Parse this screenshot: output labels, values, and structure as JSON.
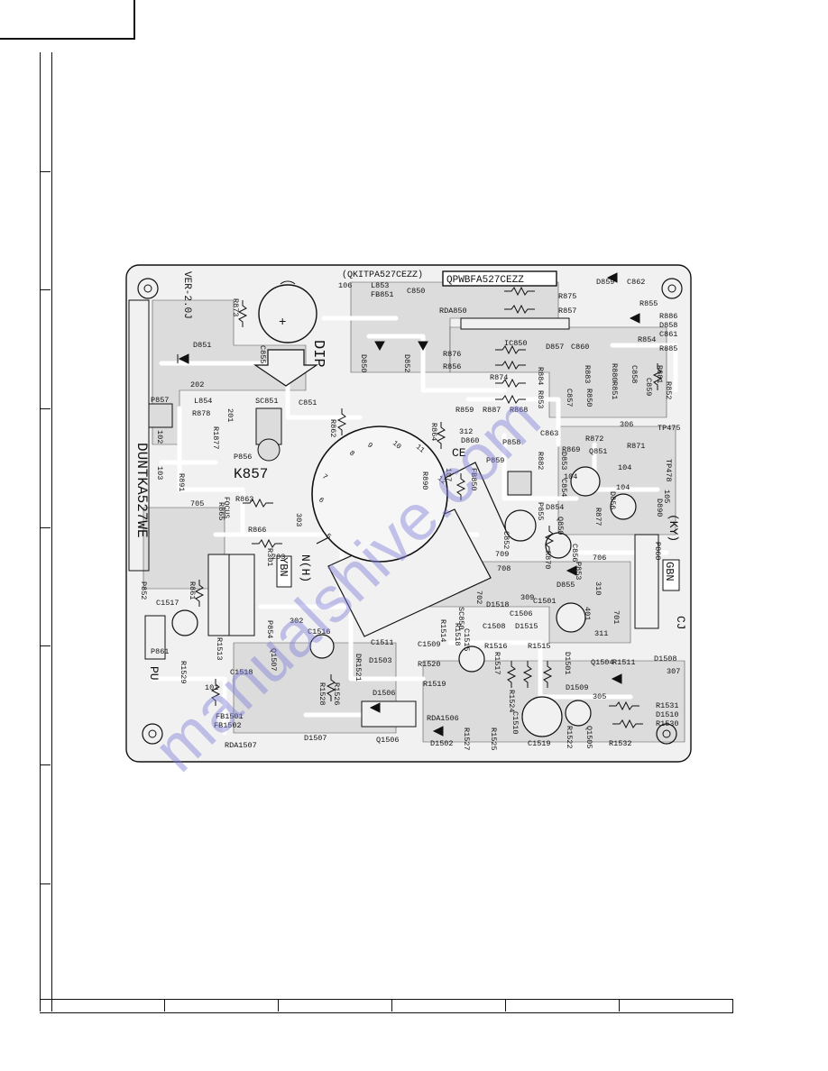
{
  "colors": {
    "ink": "#111111",
    "board_bg": "#f1f1f1",
    "trace": "#ffffff",
    "copper": "#d9d9d9",
    "watermark": "#7f7fd9"
  },
  "watermark_text": "manualshive.com",
  "board": {
    "header_code": "(QKITPA527CEZZ)",
    "pwb_code": "QPWBFA527CEZZ",
    "version": "VER-2.0J",
    "unit_name": "DUNTKA527WE",
    "labels": {
      "dip": "DIP",
      "k857": "K857",
      "ce": "CE",
      "nh": "N(H)",
      "ybn": "YBN",
      "ky": "(KY)",
      "gbn": "GBN",
      "cj": "CJ",
      "pu": "PU",
      "focus": "FOCUS"
    },
    "parts": [
      {
        "id": "p1",
        "text": "R873"
      },
      {
        "id": "p2",
        "text": "C855"
      },
      {
        "id": "p3",
        "text": "D851"
      },
      {
        "id": "p4",
        "text": "202"
      },
      {
        "id": "p5",
        "text": "P857"
      },
      {
        "id": "p6",
        "text": "L854"
      },
      {
        "id": "p7",
        "text": "R878"
      },
      {
        "id": "p8",
        "text": "R1877"
      },
      {
        "id": "p9",
        "text": "102"
      },
      {
        "id": "p10",
        "text": "103"
      },
      {
        "id": "p11",
        "text": "R891"
      },
      {
        "id": "p12",
        "text": "705"
      },
      {
        "id": "p13",
        "text": "R865"
      },
      {
        "id": "p14",
        "text": "R866"
      },
      {
        "id": "p15",
        "text": "R863"
      },
      {
        "id": "p16",
        "text": "P852"
      },
      {
        "id": "p17",
        "text": "C1517"
      },
      {
        "id": "p18",
        "text": "P861"
      },
      {
        "id": "p19",
        "text": "R1529"
      },
      {
        "id": "p20",
        "text": "101"
      },
      {
        "id": "p21",
        "text": "C1518"
      },
      {
        "id": "p22",
        "text": "FB1501"
      },
      {
        "id": "p23",
        "text": "FB1502"
      },
      {
        "id": "p24",
        "text": "RDA1507"
      },
      {
        "id": "p25",
        "text": "R1513"
      },
      {
        "id": "p26",
        "text": "R861"
      },
      {
        "id": "p27",
        "text": "R301"
      },
      {
        "id": "p28",
        "text": "203"
      },
      {
        "id": "p29",
        "text": "P854"
      },
      {
        "id": "p30",
        "text": "Q1507"
      },
      {
        "id": "p31",
        "text": "C1516"
      },
      {
        "id": "p32",
        "text": "302"
      },
      {
        "id": "p33",
        "text": "R1528"
      },
      {
        "id": "p34",
        "text": "R1526"
      },
      {
        "id": "p35",
        "text": "D1507"
      },
      {
        "id": "p36",
        "text": "Q1506"
      },
      {
        "id": "p37",
        "text": "106"
      },
      {
        "id": "p38",
        "text": "L853"
      },
      {
        "id": "p39",
        "text": "FB851"
      },
      {
        "id": "p40",
        "text": "C850"
      },
      {
        "id": "p41",
        "text": "SC851"
      },
      {
        "id": "p42",
        "text": "C851"
      },
      {
        "id": "p43",
        "text": "201"
      },
      {
        "id": "p44",
        "text": "P856"
      },
      {
        "id": "p45",
        "text": "D850"
      },
      {
        "id": "p46",
        "text": "D852"
      },
      {
        "id": "p47",
        "text": "R862"
      },
      {
        "id": "p48",
        "text": "R864"
      },
      {
        "id": "p49",
        "text": "303"
      },
      {
        "id": "p50",
        "text": "RDA850"
      },
      {
        "id": "p51",
        "text": "R875"
      },
      {
        "id": "p52",
        "text": "R857"
      },
      {
        "id": "p53",
        "text": "IC850"
      },
      {
        "id": "p54",
        "text": "R876"
      },
      {
        "id": "p55",
        "text": "R856"
      },
      {
        "id": "p56",
        "text": "R874"
      },
      {
        "id": "p57",
        "text": "R859"
      },
      {
        "id": "p58",
        "text": "R887"
      },
      {
        "id": "p59",
        "text": "R868"
      },
      {
        "id": "p60",
        "text": "312"
      },
      {
        "id": "p61",
        "text": "D860"
      },
      {
        "id": "p62",
        "text": "P858"
      },
      {
        "id": "p63",
        "text": "107"
      },
      {
        "id": "p64",
        "text": "FB850"
      },
      {
        "id": "p65",
        "text": "R890"
      },
      {
        "id": "p66",
        "text": "C852"
      },
      {
        "id": "p67",
        "text": "709"
      },
      {
        "id": "p68",
        "text": "708"
      },
      {
        "id": "p69",
        "text": "702"
      },
      {
        "id": "p70",
        "text": "SC850"
      },
      {
        "id": "p71",
        "text": "R1514"
      },
      {
        "id": "p72",
        "text": "C1515"
      },
      {
        "id": "p73",
        "text": "C1511"
      },
      {
        "id": "p74",
        "text": "C1509"
      },
      {
        "id": "p75",
        "text": "D1503"
      },
      {
        "id": "p76",
        "text": "R1520"
      },
      {
        "id": "p77",
        "text": "D1506"
      },
      {
        "id": "p78",
        "text": "R1519"
      },
      {
        "id": "p79",
        "text": "DR1521"
      },
      {
        "id": "p80",
        "text": "RDA1506"
      },
      {
        "id": "p81",
        "text": "D1502"
      },
      {
        "id": "p82",
        "text": "R1527"
      },
      {
        "id": "p83",
        "text": "R1525"
      },
      {
        "id": "p84",
        "text": "D1518"
      },
      {
        "id": "p85",
        "text": "C1508"
      },
      {
        "id": "p86",
        "text": "C1506"
      },
      {
        "id": "p87",
        "text": "R1516"
      },
      {
        "id": "p88",
        "text": "D1515"
      },
      {
        "id": "p89",
        "text": "R1515"
      },
      {
        "id": "p90",
        "text": "R1517"
      },
      {
        "id": "p91",
        "text": "R1524"
      },
      {
        "id": "p92",
        "text": "C1510"
      },
      {
        "id": "p93",
        "text": "C1519"
      },
      {
        "id": "p94",
        "text": "R1522"
      },
      {
        "id": "p95",
        "text": "Q1505"
      },
      {
        "id": "p96",
        "text": "D859"
      },
      {
        "id": "p97",
        "text": "C862"
      },
      {
        "id": "p98",
        "text": "R855"
      },
      {
        "id": "p99",
        "text": "R886"
      },
      {
        "id": "p100",
        "text": "D858"
      },
      {
        "id": "p101",
        "text": "C861"
      },
      {
        "id": "p102",
        "text": "R854"
      },
      {
        "id": "p103",
        "text": "R885"
      },
      {
        "id": "p104",
        "text": "D857"
      },
      {
        "id": "p105",
        "text": "C860"
      },
      {
        "id": "p106",
        "text": "R883"
      },
      {
        "id": "p107",
        "text": "R880"
      },
      {
        "id": "p108",
        "text": "R881"
      },
      {
        "id": "p109",
        "text": "C858"
      },
      {
        "id": "p110",
        "text": "R851"
      },
      {
        "id": "p111",
        "text": "C859"
      },
      {
        "id": "p112",
        "text": "R852"
      },
      {
        "id": "p113",
        "text": "R884"
      },
      {
        "id": "p114",
        "text": "R853"
      },
      {
        "id": "p115",
        "text": "C857"
      },
      {
        "id": "p116",
        "text": "R850"
      },
      {
        "id": "p117",
        "text": "306"
      },
      {
        "id": "p118",
        "text": "TP475"
      },
      {
        "id": "p119",
        "text": "C863"
      },
      {
        "id": "p120",
        "text": "R872"
      },
      {
        "id": "p121",
        "text": "R882"
      },
      {
        "id": "p122",
        "text": "D853"
      },
      {
        "id": "p123",
        "text": "C854"
      },
      {
        "id": "p124",
        "text": "R869"
      },
      {
        "id": "p125",
        "text": "Q851"
      },
      {
        "id": "p126",
        "text": "R871"
      },
      {
        "id": "p127",
        "text": "104"
      },
      {
        "id": "p128",
        "text": "D856"
      },
      {
        "id": "p129",
        "text": "TP478"
      },
      {
        "id": "p130",
        "text": "105"
      },
      {
        "id": "p131",
        "text": "D854"
      },
      {
        "id": "p132",
        "text": "Q850"
      },
      {
        "id": "p133",
        "text": "R877"
      },
      {
        "id": "p134",
        "text": "C856"
      },
      {
        "id": "p135",
        "text": "D890"
      },
      {
        "id": "p136",
        "text": "R870"
      },
      {
        "id": "p137",
        "text": "706"
      },
      {
        "id": "p138",
        "text": "P860"
      },
      {
        "id": "p139",
        "text": "D855"
      },
      {
        "id": "p140",
        "text": "309"
      },
      {
        "id": "p141",
        "text": "310"
      },
      {
        "id": "p142",
        "text": "C1501"
      },
      {
        "id": "p143",
        "text": "401"
      },
      {
        "id": "p144",
        "text": "311"
      },
      {
        "id": "p145",
        "text": "D1501"
      },
      {
        "id": "p146",
        "text": "D1509"
      },
      {
        "id": "p147",
        "text": "Q1504"
      },
      {
        "id": "p148",
        "text": "R1511"
      },
      {
        "id": "p149",
        "text": "D1508"
      },
      {
        "id": "p150",
        "text": "307"
      },
      {
        "id": "p151",
        "text": "305"
      },
      {
        "id": "p152",
        "text": "R1531"
      },
      {
        "id": "p153",
        "text": "D1510"
      },
      {
        "id": "p154",
        "text": "R1530"
      },
      {
        "id": "p155",
        "text": "R1532"
      },
      {
        "id": "p156",
        "text": "P855"
      },
      {
        "id": "p157",
        "text": "104"
      },
      {
        "id": "p158",
        "text": "P859"
      },
      {
        "id": "p159",
        "text": "104"
      },
      {
        "id": "p160",
        "text": "P853"
      },
      {
        "id": "p161",
        "text": "R1518"
      },
      {
        "id": "p162",
        "text": "701"
      }
    ],
    "pin_numbers": [
      "8",
      "9",
      "10",
      "11",
      "12",
      "7",
      "6",
      "5"
    ]
  }
}
